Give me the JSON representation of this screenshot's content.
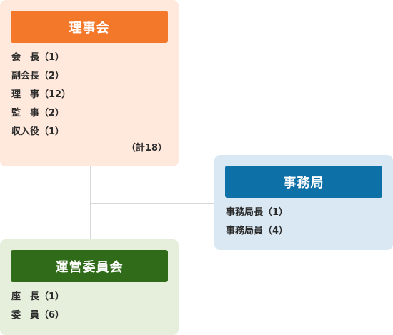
{
  "board": {
    "title": "理事会",
    "items": [
      "会　長（1）",
      "副会長（2）",
      "理　事（12）",
      "監　事（2）",
      "収入役（1）"
    ],
    "total": "（計18）",
    "color": "#f4782a",
    "bg": "#ffe8dc"
  },
  "secretariat": {
    "title": "事務局",
    "items": [
      "事務局長（1）",
      "事務局員（4）"
    ],
    "color": "#0d70a6",
    "bg": "#d9e8f3"
  },
  "committee": {
    "title": "運営委員会",
    "items": [
      "座　長（1）",
      "委　員（6）"
    ],
    "color": "#2f6b18",
    "bg": "#e6eedc"
  }
}
